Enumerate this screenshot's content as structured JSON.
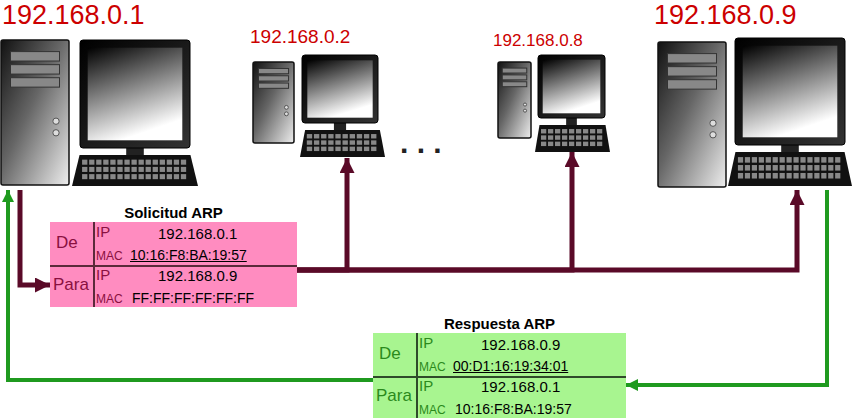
{
  "diagram": {
    "nodes": [
      {
        "text": [
          "192.168.0.1"
        ]
      },
      {
        "text": [
          "192.168.0.2"
        ]
      },
      {
        "text": [
          "192.168.0.8"
        ]
      },
      {
        "text": [
          "192.168.0.9"
        ]
      },
      {
        "text": [
          "Solicitud ARP",
          "De",
          "IP",
          "192.168.0.1",
          "MAC",
          "10:16:F8:BA:19:57",
          "Para",
          "IP",
          "192.168.0.9",
          "MAC",
          "FF:FF:FF:FF:FF:FF"
        ]
      },
      {
        "text": [
          "Respuesta ARP",
          "De",
          "IP",
          "192.168.0.9",
          "MAC",
          "00:D1:16:19:34:01",
          "Para",
          "IP",
          "192.168.0.1",
          "MAC",
          "10:16:F8:BA:19:57"
        ]
      }
    ],
    "edges": [
      {
        "from": 0,
        "to": 4,
        "arrow": "to"
      },
      {
        "from": 4,
        "to": 1,
        "arrow": "to"
      },
      {
        "from": 4,
        "to": 2,
        "arrow": "to"
      },
      {
        "from": 4,
        "to": 3,
        "arrow": "to"
      },
      {
        "from": 3,
        "to": 5,
        "arrow": "to"
      },
      {
        "from": 5,
        "to": 0,
        "arrow": "to"
      }
    ],
    "labels": [
      ". . ."
    ]
  }
}
